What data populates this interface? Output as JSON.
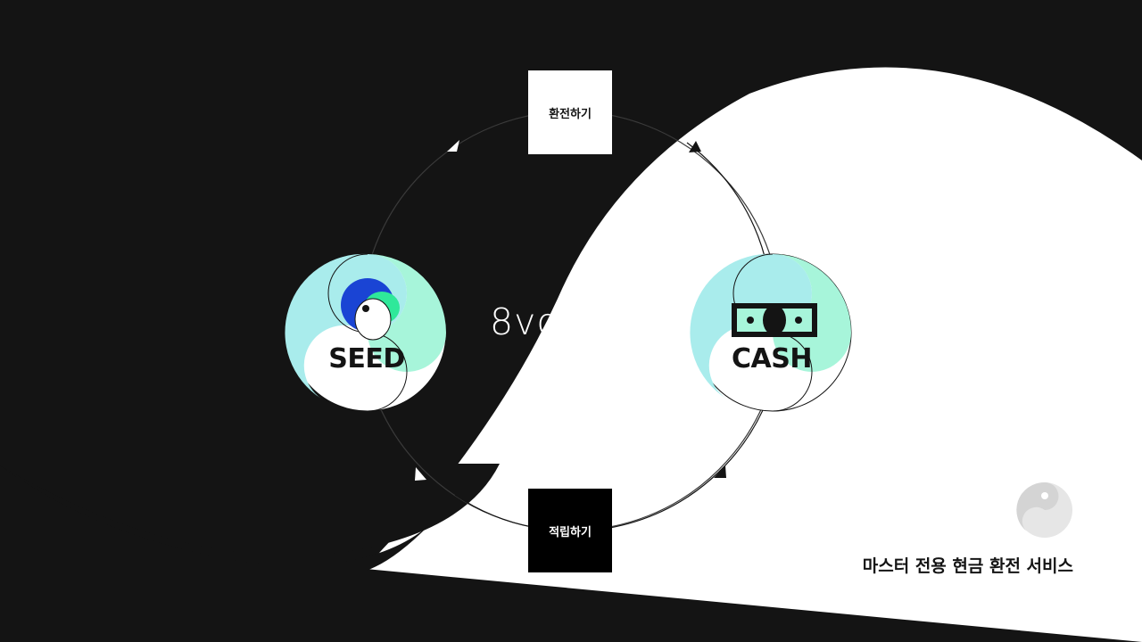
{
  "brand": {
    "wordmark": "8voluti0n"
  },
  "exchange_box": {
    "label": "환전하기"
  },
  "earn_box": {
    "label": "적립하기"
  },
  "seed_coin": {
    "label": "SEED",
    "icon": "seed-character-icon"
  },
  "cash_coin": {
    "label": "CASH",
    "icon": "banknote-icon"
  },
  "tagline": "마스터 전용 현금 환전 서비스",
  "colors": {
    "background_dark": "#141414",
    "background_light": "#ffffff",
    "mint": "#a7f5da",
    "aqua": "#a9ecec",
    "blue": "#1a44d4",
    "green": "#2fe89a",
    "logo_gray": "#dcdcdc"
  }
}
